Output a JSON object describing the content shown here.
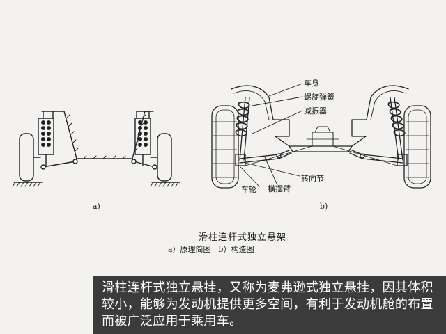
{
  "labels": {
    "panel_a": "a)",
    "panel_b": "b)",
    "body": "车身",
    "coil_spring": "螺旋弹簧",
    "shock_absorber": "减振器",
    "steering_knuckle": "转向节",
    "control_arm": "横摆臂",
    "wheel": "车轮"
  },
  "figure": {
    "title": "滑柱连杆式独立悬架",
    "subtitle": "a）原理简图　b）构造图"
  },
  "caption": {
    "text": "滑柱连杆式独立悬挂，又称为麦弗逊式独立悬挂，因其体积较小，能够为发动机提供更多空间，有利于发动机舱的布置而被广泛应用于乘用车。"
  }
}
